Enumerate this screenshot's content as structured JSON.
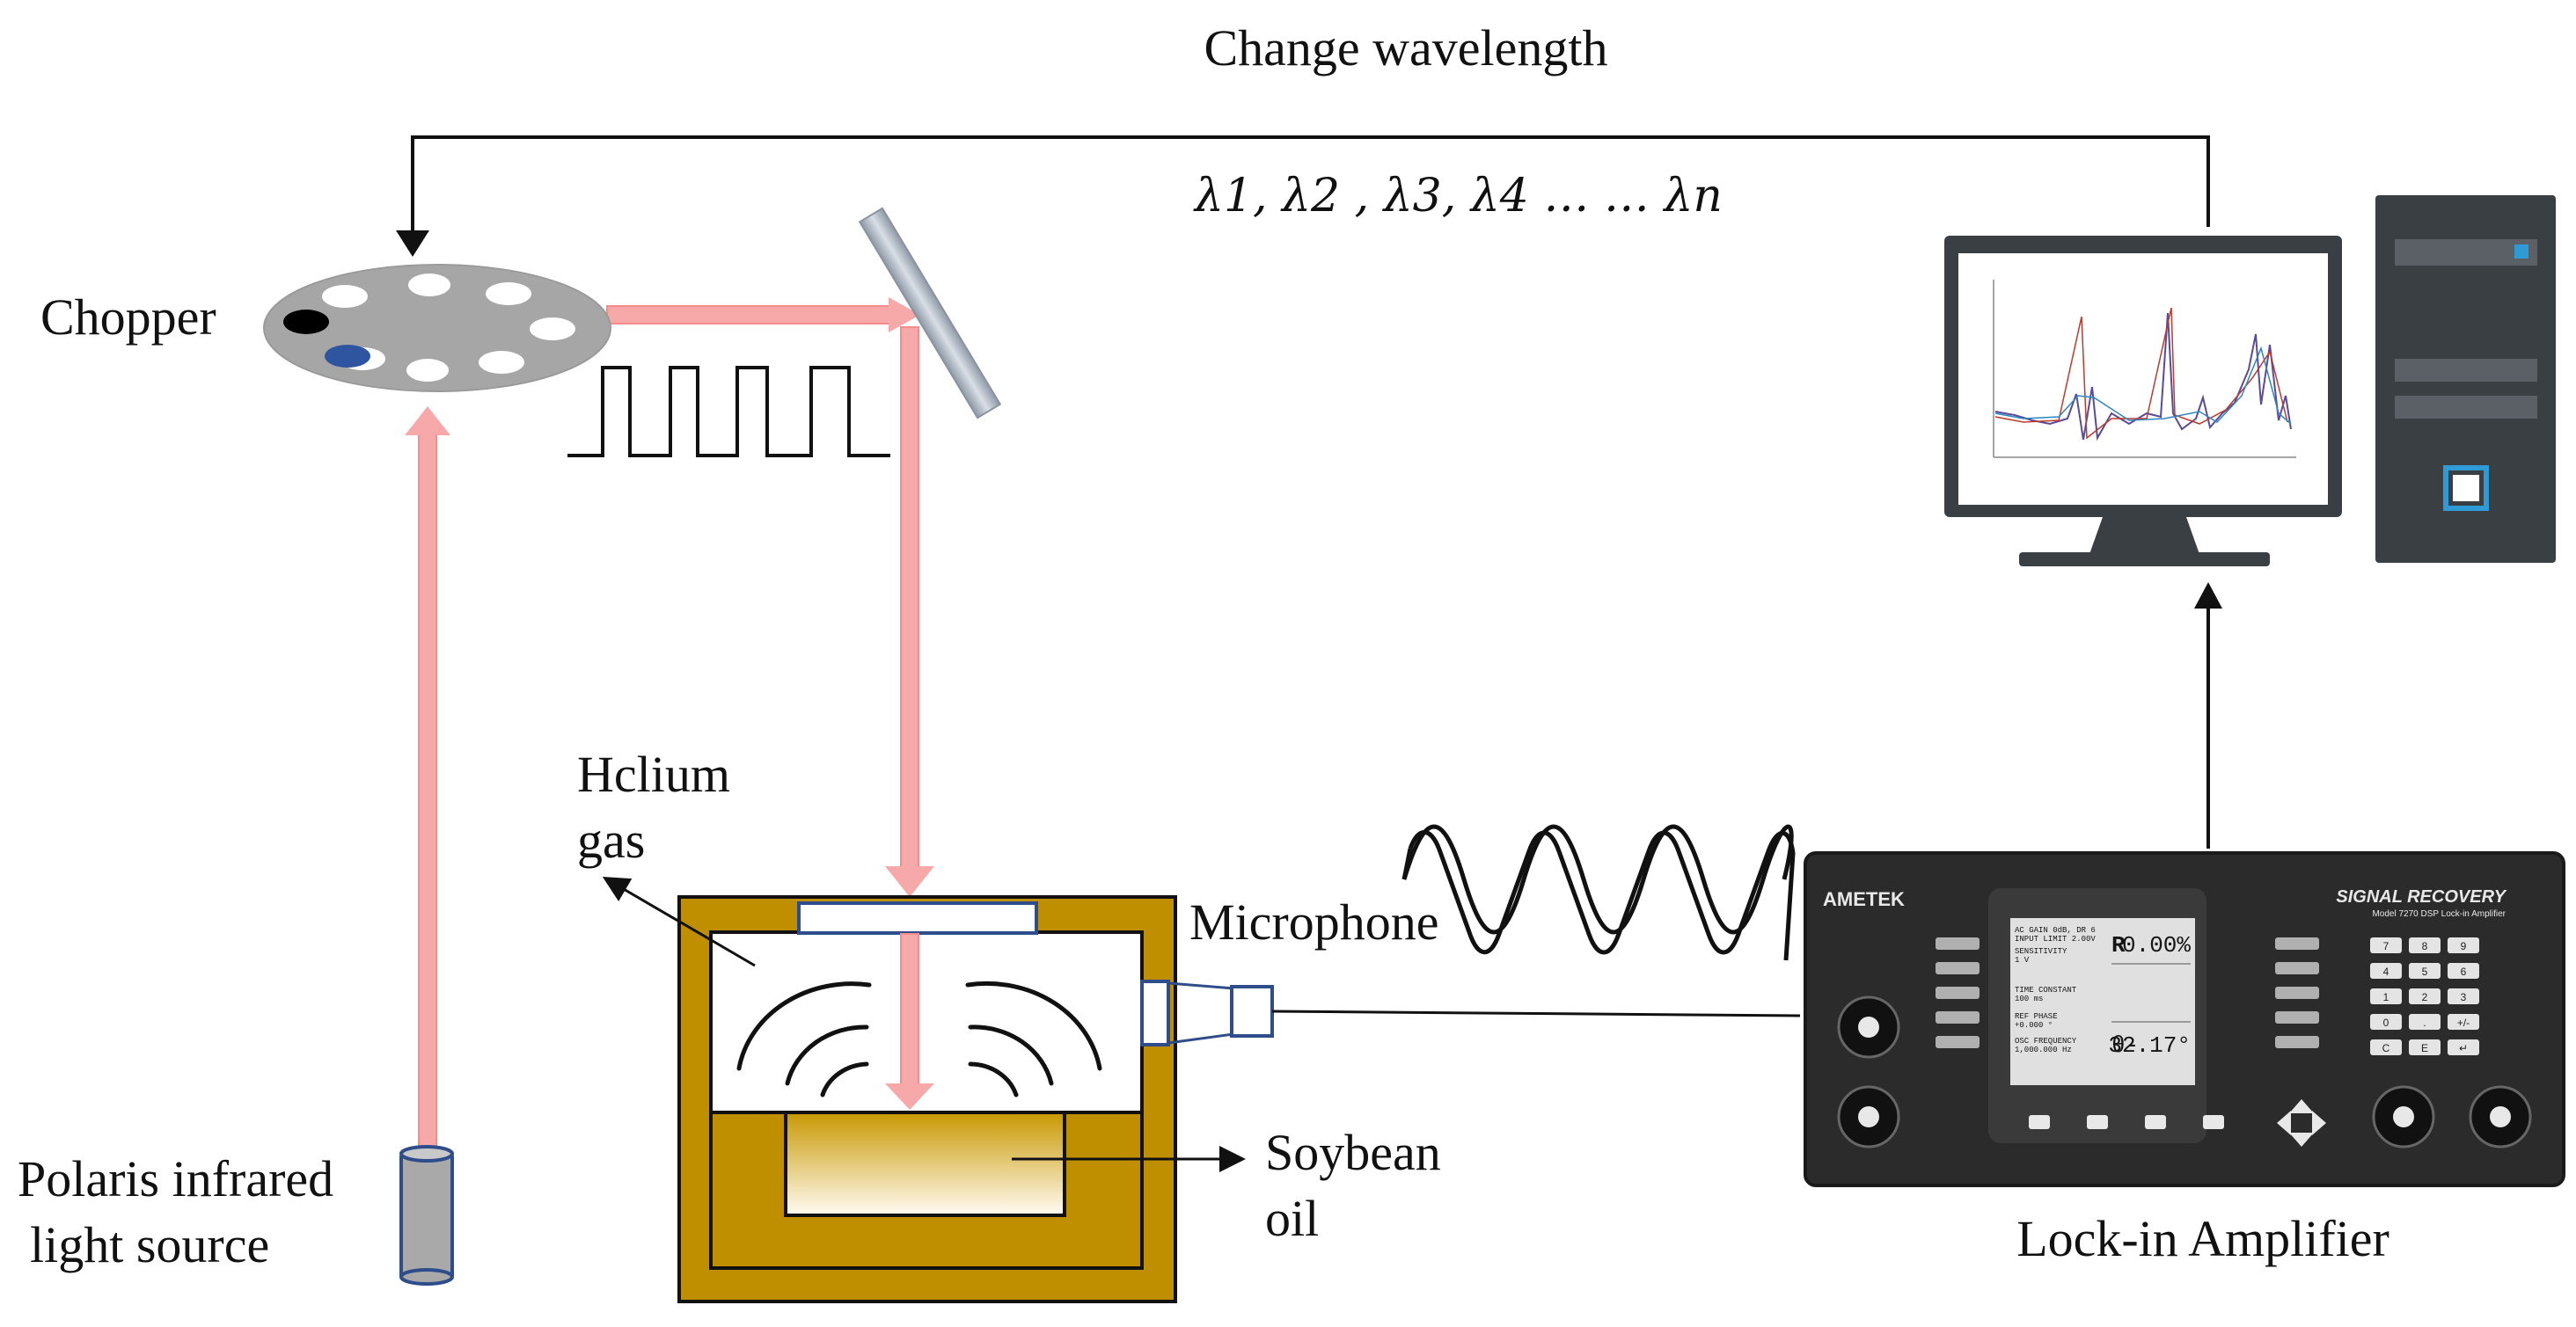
{
  "labels": {
    "change_wavelength": "Change wavelength",
    "wavelengths": "λ1, λ2 , λ3, λ4 … … λn",
    "chopper": "Chopper",
    "helium_line1": "Hclium",
    "helium_line2": "gas",
    "microphone": "Microphone",
    "soybean_line1": "Soybean",
    "soybean_line2": "oil",
    "source_line1": "Polaris infrared",
    "source_line2": "light source",
    "lockin": "Lock-in Amplifier"
  },
  "lockin_panel": {
    "brand": "AMETEK",
    "brand_right": "SIGNAL RECOVERY",
    "model": "Model 7270 DSP Lock-in Amplifier",
    "screen_left_1": "AC GAIN 0dB, DR 6",
    "screen_left_2": "INPUT LIMIT 2.00V",
    "screen_left_3": "SENSITIVITY",
    "screen_left_4": "1 V",
    "screen_left_5": "TIME CONSTANT",
    "screen_left_6": "100 ms",
    "screen_left_7": "REF PHASE",
    "screen_left_8": "+0.000 °",
    "screen_left_9": "OSC FREQUENCY",
    "screen_left_10": "1,000.000 Hz",
    "readout_r_label": "R",
    "readout_r_value": "0.00%",
    "readout_theta_label": "θ-",
    "readout_theta_value": "32.17°",
    "keypad": [
      "7",
      "8",
      "9",
      "4",
      "5",
      "6",
      "1",
      "2",
      "3",
      "0",
      ".",
      "+/-",
      "C",
      "E",
      "↵"
    ]
  },
  "colors": {
    "beam": "#f7a8a8",
    "cell_gold": "#bf8f00",
    "oil_top": "#c99a06",
    "oil_bottom": "#fff7dc",
    "chopper_disk": "#a6a6a6",
    "mirror": "#b7bfc9",
    "panel": "#2b2b2b",
    "monitor": "#3a3f44",
    "accent_blue": "#2e9bd6"
  }
}
